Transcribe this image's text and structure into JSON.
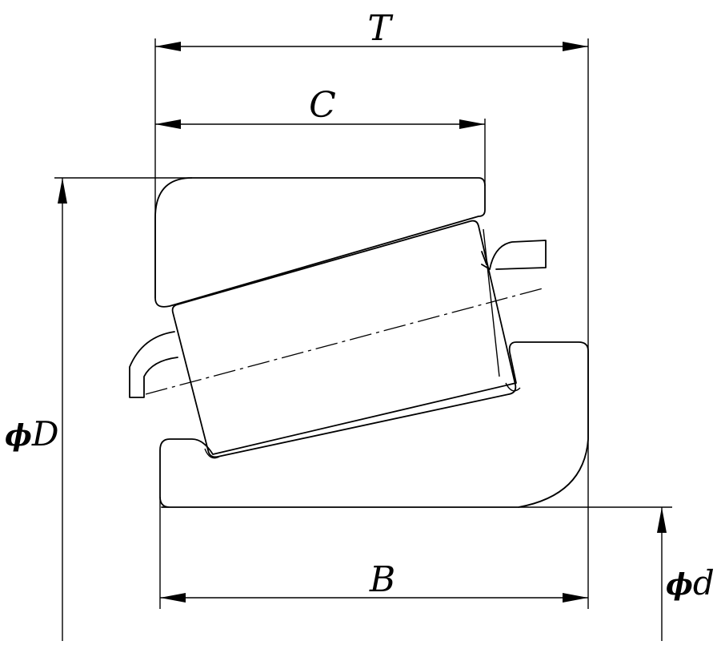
{
  "dimensions": {
    "T": "T",
    "C": "C",
    "B": "B",
    "D_symbol": "ϕ",
    "D_letter": "D",
    "d_symbol": "ϕ",
    "d_letter": "d"
  }
}
